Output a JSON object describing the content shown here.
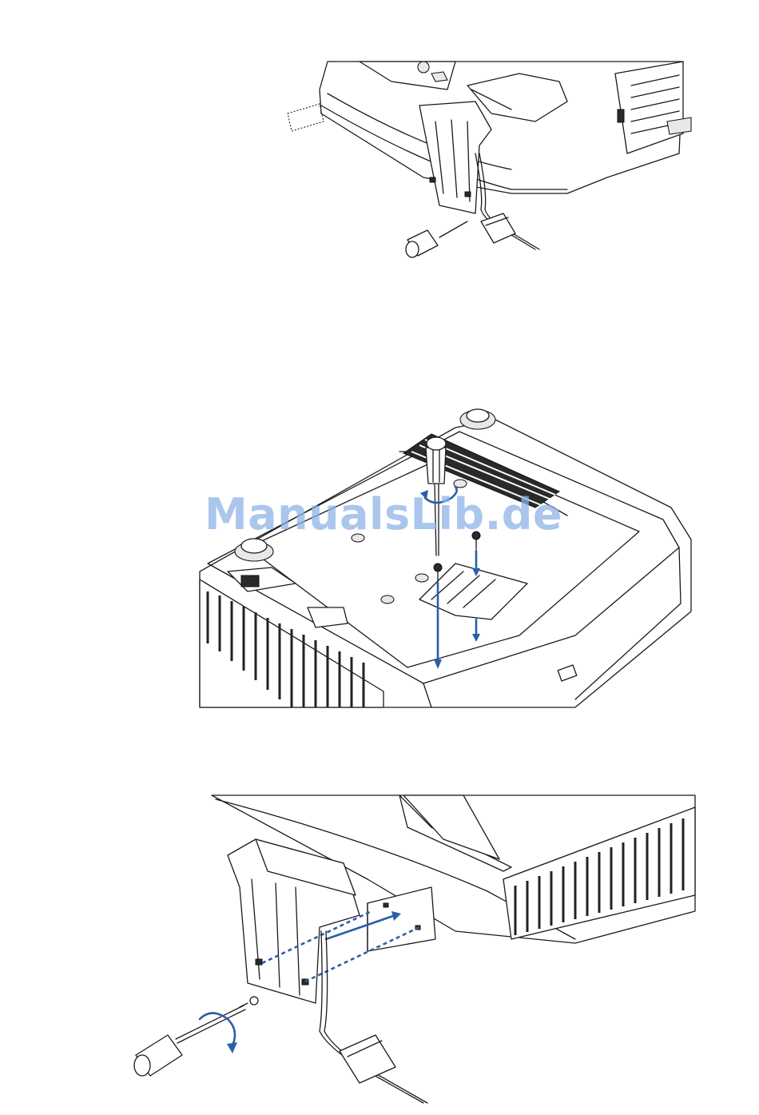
{
  "figures": [
    {
      "id": "step-1",
      "depicts": "projector-front-with-lamp-cover-and-screwdriver"
    },
    {
      "id": "step-2",
      "depicts": "projector-underside-remove-cover-screws"
    },
    {
      "id": "step-3",
      "depicts": "attach-cable-cover-with-screwdriver"
    }
  ],
  "watermark": {
    "text": "ManualsLib.de"
  },
  "colors": {
    "arrow": "#2b5ea8",
    "line": "#1a1a1a",
    "watermark": "#8fb3e8"
  }
}
